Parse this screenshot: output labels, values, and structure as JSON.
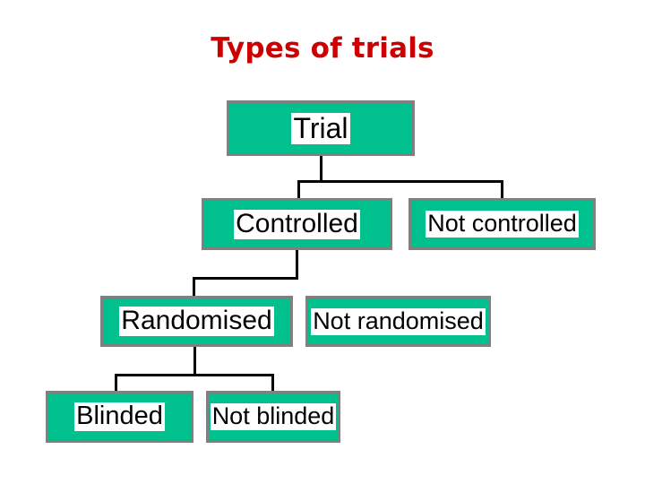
{
  "slide": {
    "title": "Types of trials",
    "title_color": "#CC0000",
    "background_color": "#FFFFFF"
  },
  "diagram": {
    "type": "tree",
    "node_fill_color": "#00C18D",
    "node_border_color": "#808080",
    "label_background_color": "#FFFFFF",
    "label_text_color": "#000000",
    "connector_color": "#000000",
    "nodes": [
      {
        "id": "trial",
        "label": "Trial",
        "level": 0
      },
      {
        "id": "controlled",
        "label": "Controlled",
        "level": 1
      },
      {
        "id": "not_controlled",
        "label": "Not controlled",
        "level": 1
      },
      {
        "id": "randomised",
        "label": "Randomised",
        "level": 2
      },
      {
        "id": "not_randomised",
        "label": "Not randomised",
        "level": 2
      },
      {
        "id": "blinded",
        "label": "Blinded",
        "level": 3
      },
      {
        "id": "not_blinded",
        "label": "Not blinded",
        "level": 3
      }
    ],
    "edges": [
      {
        "from": "trial",
        "to": "controlled"
      },
      {
        "from": "trial",
        "to": "not_controlled"
      },
      {
        "from": "controlled",
        "to": "randomised"
      },
      {
        "from": "controlled",
        "to": "not_randomised"
      },
      {
        "from": "randomised",
        "to": "blinded"
      },
      {
        "from": "randomised",
        "to": "not_blinded"
      }
    ]
  }
}
